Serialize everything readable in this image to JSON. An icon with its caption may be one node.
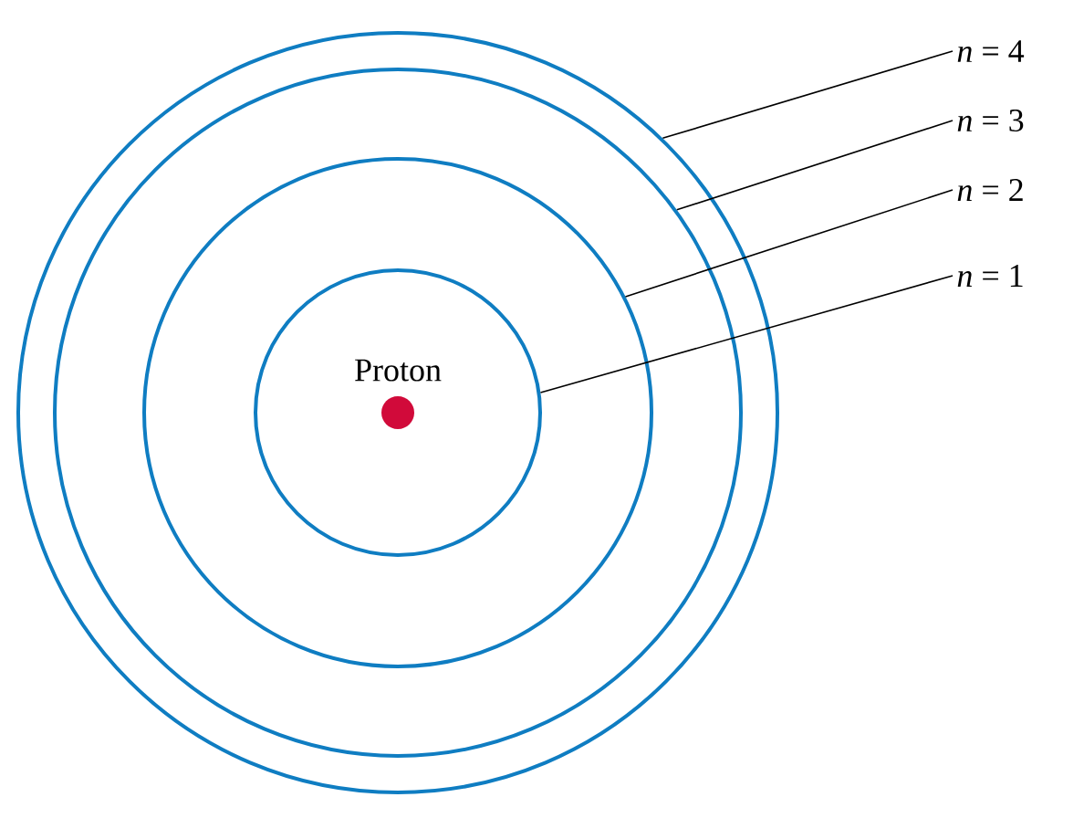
{
  "diagram": {
    "nodes": [
      {
        "text": [],
        "shape": "circle"
      },
      {
        "text": [],
        "shape": "circle",
        "in": 0
      },
      {
        "text": [],
        "shape": "circle",
        "in": 1
      },
      {
        "text": [],
        "shape": "circle",
        "in": 2
      },
      {
        "text": [
          "Proton"
        ],
        "in": 3
      },
      {
        "text": [
          "*n* = 4"
        ]
      },
      {
        "text": [
          "*n* = 3"
        ]
      },
      {
        "text": [
          "*n* = 2"
        ]
      },
      {
        "text": [
          "*n* = 1"
        ]
      }
    ],
    "edges": [
      {
        "from": 5,
        "to": 0,
        "arrow": "none"
      },
      {
        "from": 6,
        "to": 1,
        "arrow": "none"
      },
      {
        "from": 7,
        "to": 2,
        "arrow": "none"
      },
      {
        "from": 8,
        "to": 3,
        "arrow": "none"
      }
    ]
  }
}
